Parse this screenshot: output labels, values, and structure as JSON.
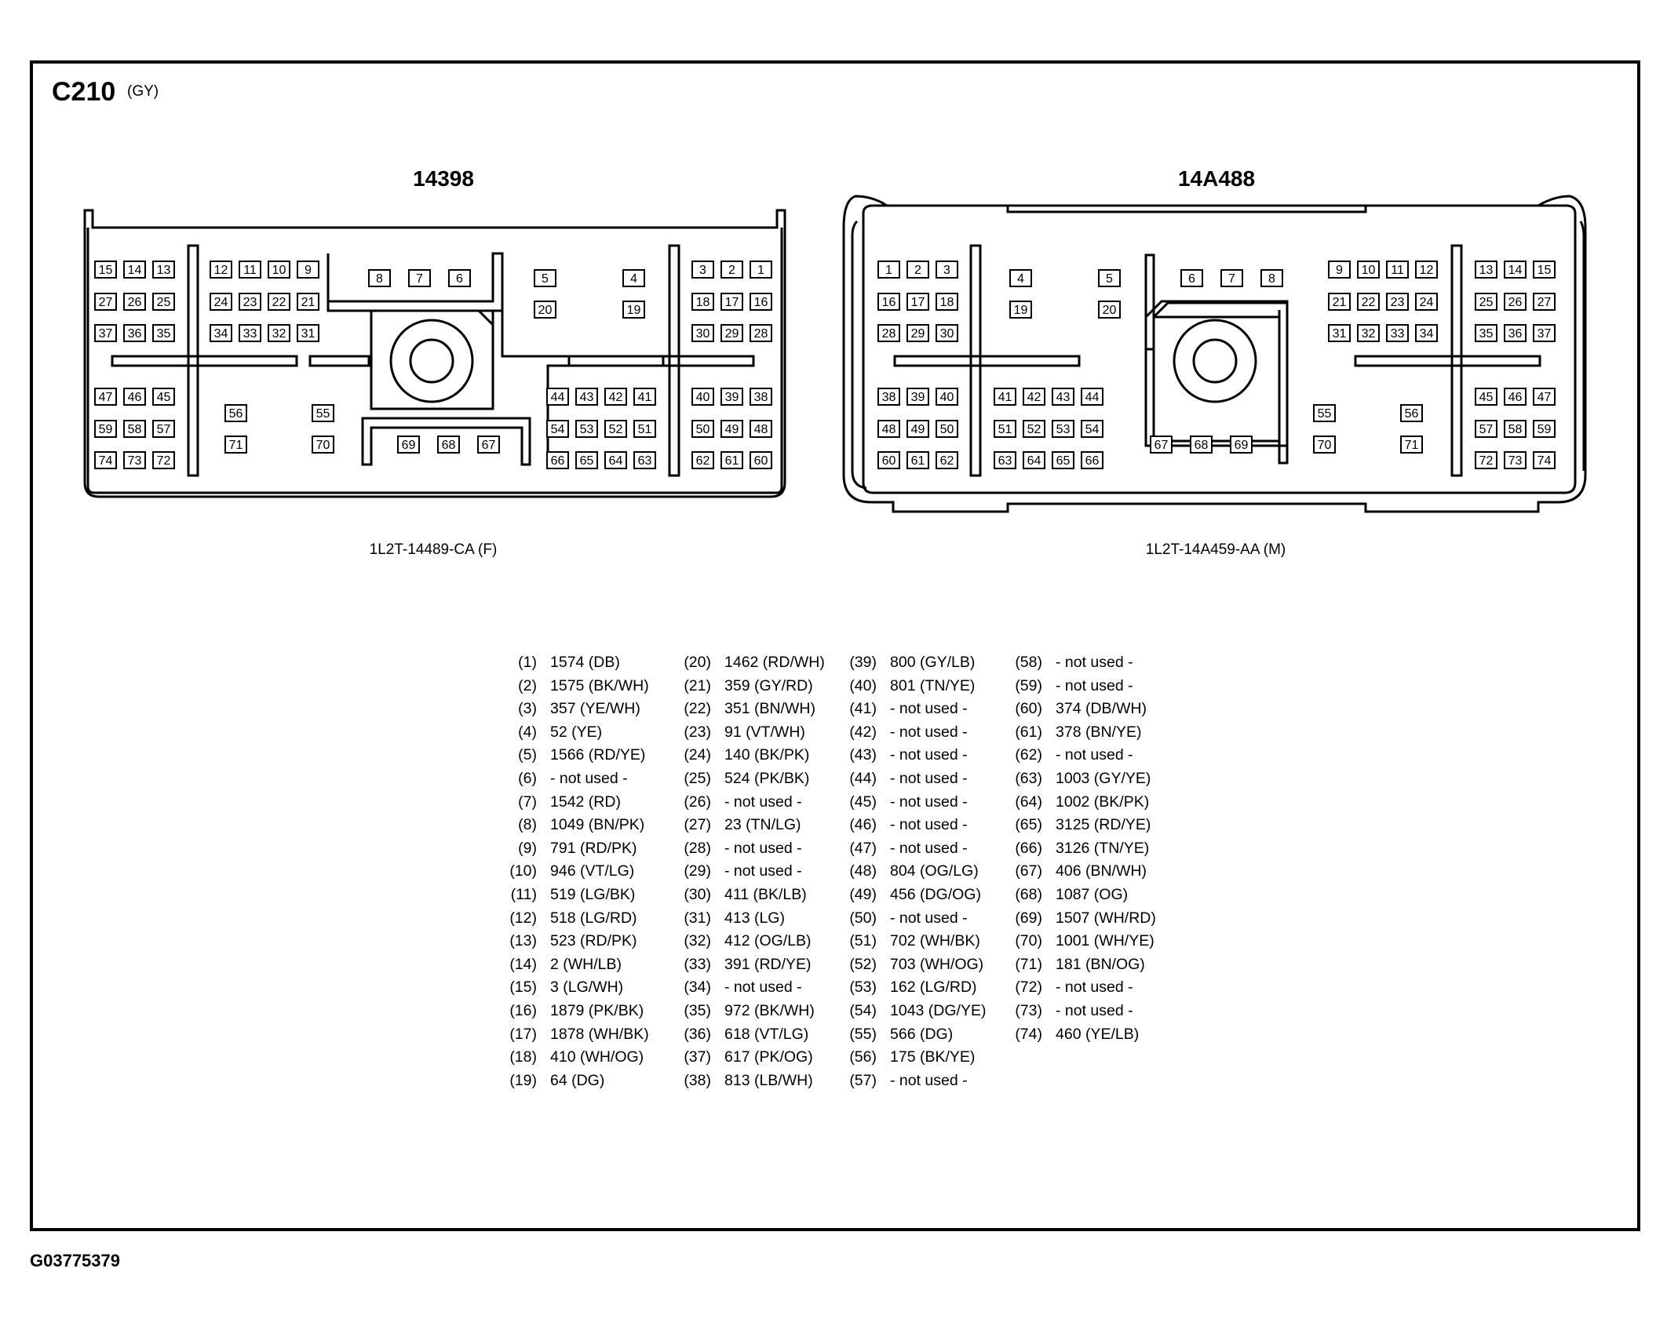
{
  "connector": {
    "id": "C210",
    "color": "(GY)"
  },
  "left_connector": {
    "title": "14398",
    "part_number": "1L2T-14489-CA (F)"
  },
  "right_connector": {
    "title": "14A488",
    "part_number": "1L2T-14A459-AA (M)"
  },
  "figure_id": "G03775379",
  "left_pin_rows": [
    [
      "15",
      "14",
      "13"
    ],
    [
      "27",
      "26",
      "25"
    ],
    [
      "37",
      "36",
      "35"
    ],
    [
      "12",
      "11",
      "10",
      "9"
    ],
    [
      "24",
      "23",
      "22",
      "21"
    ],
    [
      "34",
      "33",
      "32",
      "31"
    ],
    [
      "8",
      "7",
      "6"
    ],
    [
      "5",
      "4"
    ],
    [
      "20",
      "19"
    ],
    [
      "3",
      "2",
      "1"
    ],
    [
      "18",
      "17",
      "16"
    ],
    [
      "30",
      "29",
      "28"
    ],
    [
      "47",
      "46",
      "45"
    ],
    [
      "59",
      "58",
      "57"
    ],
    [
      "74",
      "73",
      "72"
    ],
    [
      "56",
      "55"
    ],
    [
      "71",
      "70"
    ],
    [
      "69",
      "68",
      "67"
    ],
    [
      "44",
      "43",
      "42",
      "41"
    ],
    [
      "54",
      "53",
      "52",
      "51"
    ],
    [
      "66",
      "65",
      "64",
      "63"
    ],
    [
      "40",
      "39",
      "38"
    ],
    [
      "50",
      "49",
      "48"
    ],
    [
      "62",
      "61",
      "60"
    ]
  ],
  "right_pin_rows": [
    [
      "1",
      "2",
      "3"
    ],
    [
      "16",
      "17",
      "18"
    ],
    [
      "28",
      "29",
      "30"
    ],
    [
      "4",
      "5"
    ],
    [
      "19",
      "20"
    ],
    [
      "6",
      "7",
      "8"
    ],
    [
      "9",
      "10",
      "11",
      "12"
    ],
    [
      "21",
      "22",
      "23",
      "24"
    ],
    [
      "31",
      "32",
      "33",
      "34"
    ],
    [
      "13",
      "14",
      "15"
    ],
    [
      "25",
      "26",
      "27"
    ],
    [
      "35",
      "36",
      "37"
    ],
    [
      "38",
      "39",
      "40"
    ],
    [
      "48",
      "49",
      "50"
    ],
    [
      "60",
      "61",
      "62"
    ],
    [
      "41",
      "42",
      "43",
      "44"
    ],
    [
      "51",
      "52",
      "53",
      "54"
    ],
    [
      "63",
      "64",
      "65",
      "66"
    ],
    [
      "67",
      "68",
      "69"
    ],
    [
      "55",
      "56"
    ],
    [
      "70",
      "71"
    ],
    [
      "45",
      "46",
      "47"
    ],
    [
      "57",
      "58",
      "59"
    ],
    [
      "72",
      "73",
      "74"
    ]
  ],
  "legend": [
    [
      "(1)",
      "1574 (DB)"
    ],
    [
      "(2)",
      "1575 (BK/WH)"
    ],
    [
      "(3)",
      "357 (YE/WH)"
    ],
    [
      "(4)",
      "52 (YE)"
    ],
    [
      "(5)",
      "1566 (RD/YE)"
    ],
    [
      "(6)",
      "- not used -"
    ],
    [
      "(7)",
      "1542 (RD)"
    ],
    [
      "(8)",
      "1049 (BN/PK)"
    ],
    [
      "(9)",
      "791 (RD/PK)"
    ],
    [
      "(10)",
      "946 (VT/LG)"
    ],
    [
      "(11)",
      "519 (LG/BK)"
    ],
    [
      "(12)",
      "518 (LG/RD)"
    ],
    [
      "(13)",
      "523 (RD/PK)"
    ],
    [
      "(14)",
      "2 (WH/LB)"
    ],
    [
      "(15)",
      "3 (LG/WH)"
    ],
    [
      "(16)",
      "1879 (PK/BK)"
    ],
    [
      "(17)",
      "1878 (WH/BK)"
    ],
    [
      "(18)",
      "410 (WH/OG)"
    ],
    [
      "(19)",
      "64 (DG)"
    ],
    [
      "(20)",
      "1462 (RD/WH)"
    ],
    [
      "(21)",
      "359 (GY/RD)"
    ],
    [
      "(22)",
      "351 (BN/WH)"
    ],
    [
      "(23)",
      "91 (VT/WH)"
    ],
    [
      "(24)",
      "140 (BK/PK)"
    ],
    [
      "(25)",
      "524 (PK/BK)"
    ],
    [
      "(26)",
      "- not used -"
    ],
    [
      "(27)",
      "23 (TN/LG)"
    ],
    [
      "(28)",
      "- not used -"
    ],
    [
      "(29)",
      "- not used -"
    ],
    [
      "(30)",
      "411 (BK/LB)"
    ],
    [
      "(31)",
      "413 (LG)"
    ],
    [
      "(32)",
      "412 (OG/LB)"
    ],
    [
      "(33)",
      "391 (RD/YE)"
    ],
    [
      "(34)",
      "- not used -"
    ],
    [
      "(35)",
      "972 (BK/WH)"
    ],
    [
      "(36)",
      "618 (VT/LG)"
    ],
    [
      "(37)",
      "617 (PK/OG)"
    ],
    [
      "(38)",
      "813 (LB/WH)"
    ],
    [
      "(39)",
      "800 (GY/LB)"
    ],
    [
      "(40)",
      "801 (TN/YE)"
    ],
    [
      "(41)",
      "- not used -"
    ],
    [
      "(42)",
      "- not used -"
    ],
    [
      "(43)",
      "- not used -"
    ],
    [
      "(44)",
      "- not used -"
    ],
    [
      "(45)",
      "- not used -"
    ],
    [
      "(46)",
      "- not used -"
    ],
    [
      "(47)",
      "- not used -"
    ],
    [
      "(48)",
      "804 (OG/LG)"
    ],
    [
      "(49)",
      "456 (DG/OG)"
    ],
    [
      "(50)",
      "- not used -"
    ],
    [
      "(51)",
      "702 (WH/BK)"
    ],
    [
      "(52)",
      "703 (WH/OG)"
    ],
    [
      "(53)",
      "162 (LG/RD)"
    ],
    [
      "(54)",
      "1043 (DG/YE)"
    ],
    [
      "(55)",
      "566 (DG)"
    ],
    [
      "(56)",
      "175 (BK/YE)"
    ],
    [
      "(57)",
      "- not used -"
    ],
    [
      "(58)",
      "- not used -"
    ],
    [
      "(59)",
      "- not used -"
    ],
    [
      "(60)",
      "374 (DB/WH)"
    ],
    [
      "(61)",
      "378 (BN/YE)"
    ],
    [
      "(62)",
      "- not used -"
    ],
    [
      "(63)",
      "1003 (GY/YE)"
    ],
    [
      "(64)",
      "1002 (BK/PK)"
    ],
    [
      "(65)",
      "3125 (RD/YE)"
    ],
    [
      "(66)",
      "3126 (TN/YE)"
    ],
    [
      "(67)",
      "406 (BN/WH)"
    ],
    [
      "(68)",
      "1087 (OG)"
    ],
    [
      "(69)",
      "1507 (WH/RD)"
    ],
    [
      "(70)",
      "1001 (WH/YE)"
    ],
    [
      "(71)",
      "181 (BN/OG)"
    ],
    [
      "(72)",
      "- not used -"
    ],
    [
      "(73)",
      "- not used -"
    ],
    [
      "(74)",
      "460 (YE/LB)"
    ]
  ]
}
